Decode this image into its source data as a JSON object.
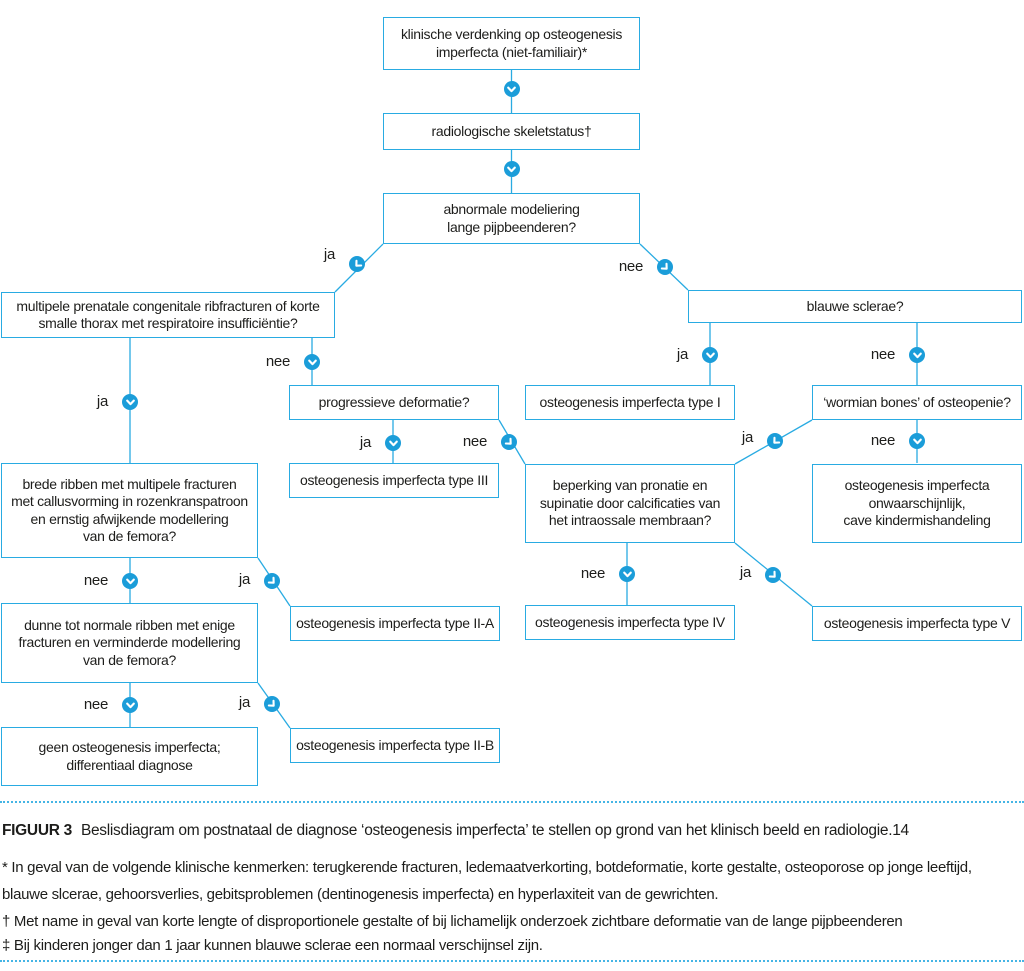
{
  "diagram": {
    "labels": {
      "ja": "ja",
      "nee": "nee"
    },
    "nodes": {
      "suspicion": {
        "label": "klinische verdenking op osteogenesis\nimperfecta (niet-familiair)*"
      },
      "skeletal_status": {
        "label": "radiologische skeletstatus†"
      },
      "abnormal_model": {
        "label": "abnormale modeliering\nlange pijpbeenderen?"
      },
      "rib_fractures": {
        "label": "multipele prenatale congenitale ribfracturen of korte\nsmalle thorax met respiratoire insufficiëntie?"
      },
      "blue_sclerae": {
        "label": "blauwe sclerae?"
      },
      "progressive": {
        "label": "progressieve deformatie?"
      },
      "type_i": {
        "label": "osteogenesis imperfecta type I"
      },
      "wormian": {
        "label": "‘wormian bones’ of osteopenie?"
      },
      "type_iii": {
        "label": "osteogenesis imperfecta type III"
      },
      "pronation": {
        "label": "beperking van pronatie en\nsupinatie door calcificaties van\nhet intraossale membraan?"
      },
      "unlikely": {
        "label": "osteogenesis imperfecta\nonwaarschijnlijk,\ncave kindermishandeling"
      },
      "broad_ribs": {
        "label": "brede ribben met multipele fracturen\nmet callusvorming in rozenkranspatroon\nen ernstig afwijkende modellering\nvan de femora?"
      },
      "type_ii_a": {
        "label": "osteogenesis imperfecta type II-A"
      },
      "type_iv": {
        "label": "osteogenesis imperfecta type IV"
      },
      "type_v": {
        "label": "osteogenesis imperfecta type V"
      },
      "thin_ribs": {
        "label": "dunne tot normale ribben met enige\nfracturen en verminderde modellering\nvan de femora?"
      },
      "no_oi": {
        "label": "geen osteogenesis imperfecta;\ndifferentiaal diagnose"
      },
      "type_ii_b": {
        "label": "osteogenesis imperfecta type II-B"
      }
    }
  },
  "footer": {
    "caption_tag": "FIGUUR 3",
    "caption_text": "Beslisdiagram om postnataal de diagnose ‘osteogenesis imperfecta’ te stellen op grond van het klinisch beeld en radiologie.14",
    "note_asterisk": "* In geval van de volgende klinische kenmerken: terugkerende fracturen, ledemaatverkorting, botdeformatie, korte gestalte, osteoporose op jonge leeftijd, blauwe slcerae, gehoorsverlies, gebitsproblemen (dentinogenesis imperfecta) en hyperlaxiteit van de gewrichten.",
    "note_dagger": "† Met name in geval van korte lengte of disproportionele gestalte of bij lichamelijk onderzoek zichtbare deformatie van de lange pijpbeenderen",
    "note_double_dagger": "‡ Bij kinderen jonger dan 1 jaar kunnen blauwe sclerae een normaal verschijnsel zijn."
  },
  "colors": {
    "accent": "#1b9dd9",
    "line": "#29abe2",
    "text": "#1d1d1b"
  }
}
